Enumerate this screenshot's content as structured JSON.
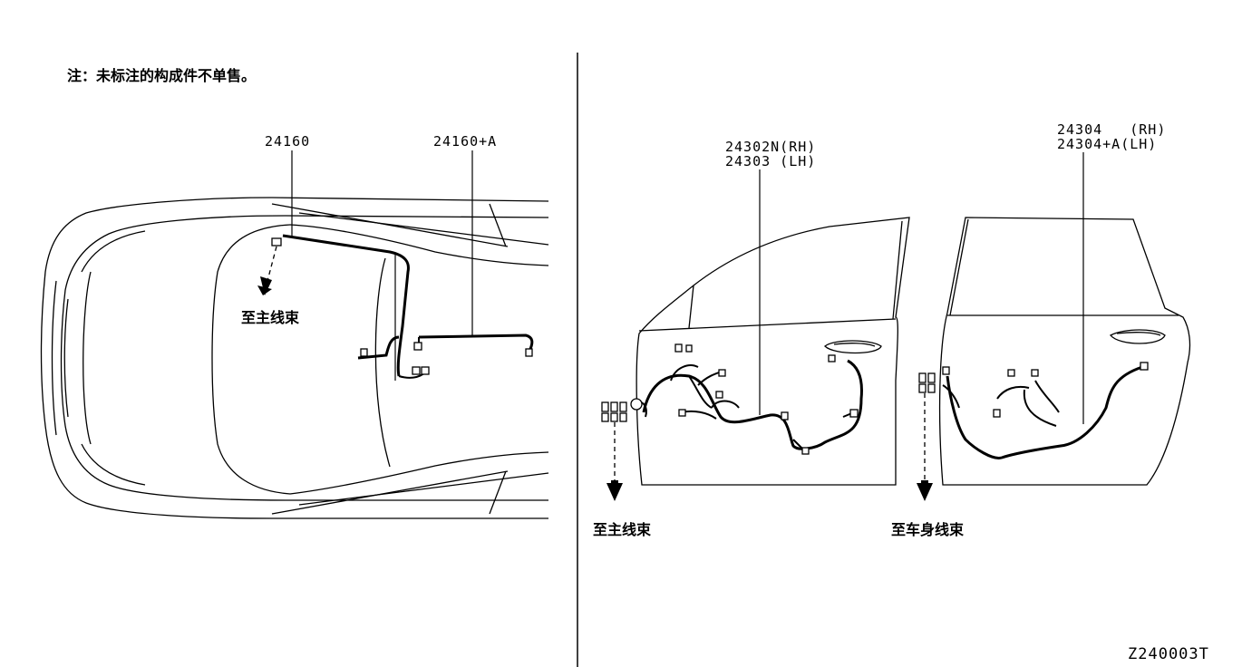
{
  "note": "注：未标注的构成件不单售。",
  "callouts": {
    "hood_harness": "24160",
    "hood_harness_a": "24160+A",
    "front_door_rh": "24302N(RH)",
    "front_door_lh": "24303 (LH)",
    "rear_door_rh": "24304   (RH)",
    "rear_door_lh": "24304+A(LH)"
  },
  "destinations": {
    "hood_to_main": "至主线束",
    "front_to_main": "至主线束",
    "rear_to_body": "至车身线束"
  },
  "drawing_number": "Z240003T"
}
